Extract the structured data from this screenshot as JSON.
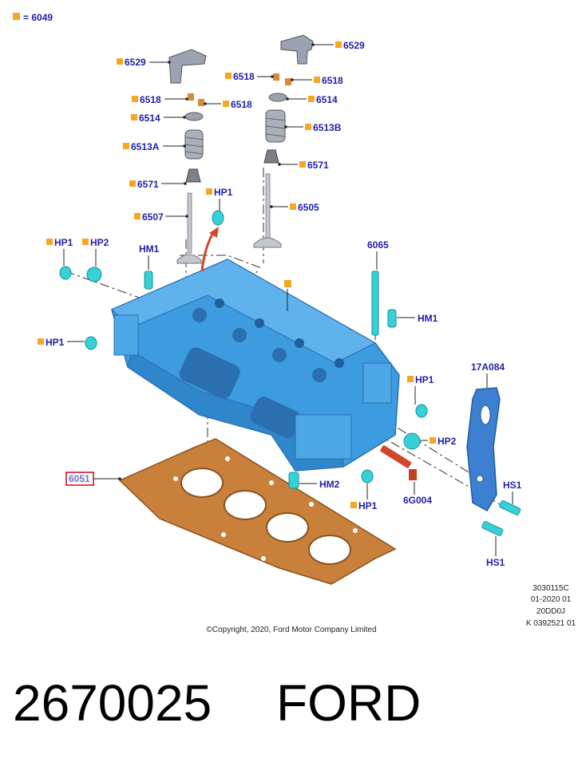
{
  "legend": {
    "marker_text": "= 6049",
    "marker_color": "#f5a623"
  },
  "callouts": {
    "rocker_left": "6529",
    "rocker_right": "6529",
    "keeper_l1": "6518",
    "keeper_l2": "6518",
    "keeper_r1": "6518",
    "keeper_r2": "6518",
    "retainer_left": "6514",
    "retainer_right": "6514",
    "spring_left": "6513A",
    "spring_right": "6513B",
    "seal_left": "6571",
    "seal_right": "6571",
    "valve_left": "6507",
    "valve_right": "6505",
    "plug_hp1_top": "HP1",
    "plug_hp1_left": "HP1",
    "plug_hp2_left": "HP2",
    "hm1_left": "HM1",
    "hp1_lower_left": "HP1",
    "stud_6065": "6065",
    "hm1_right": "HM1",
    "hp1_right": "HP1",
    "hp2_right": "HP2",
    "hm2": "HM2",
    "hp1_bottom": "HP1",
    "sensor": "6G004",
    "bracket": "17A084",
    "hs1_upper": "HS1",
    "hs1_lower": "HS1",
    "gasket": "6051"
  },
  "footer": {
    "code": "3030115C",
    "date": "01-2020 01",
    "engine": "20DD0J",
    "ref": "K 0392521 01",
    "copyright": "©Copyright, 2020, Ford Motor Company Limited"
  },
  "part": {
    "number": "2670025",
    "brand": "FORD"
  },
  "colors": {
    "head_blue": "#3d9be0",
    "head_dark": "#2a6fb0",
    "gasket": "#c9803a",
    "plug_teal": "#35d0d8",
    "keeper_orange": "#d9893a",
    "sensor_red": "#d2472b",
    "valve_gray": "#b9bcc4",
    "label_blue": "#1f1fa8"
  }
}
